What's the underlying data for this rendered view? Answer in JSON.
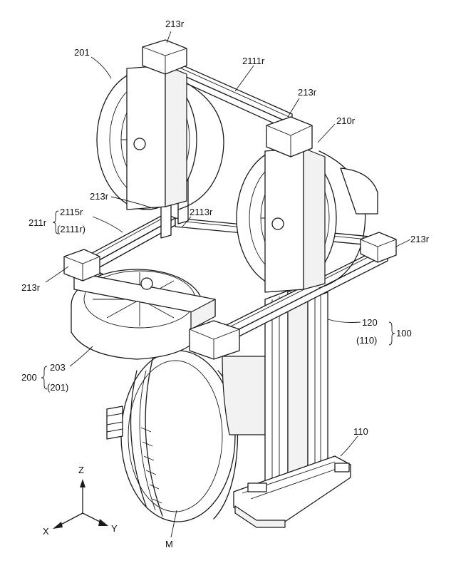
{
  "labels": {
    "l201": "201",
    "l213r_top": "213r",
    "l2111r": "2111r",
    "l213r_mid": "213r",
    "l210r": "210r",
    "l213r_left": "213r",
    "l211r": "211r",
    "l2115r": "2115r",
    "l2111r_paren": "(2111r)",
    "l2113r": "2113r",
    "l213r_right": "213r",
    "l213r_bottomleft": "213r",
    "l120": "120",
    "l110_paren": "(110)",
    "l100": "100",
    "l200": "200",
    "l203": "203",
    "l201_paren": "(201)",
    "l110": "110",
    "lM": "M",
    "axisZ": "Z",
    "axisX": "X",
    "axisY": "Y"
  }
}
